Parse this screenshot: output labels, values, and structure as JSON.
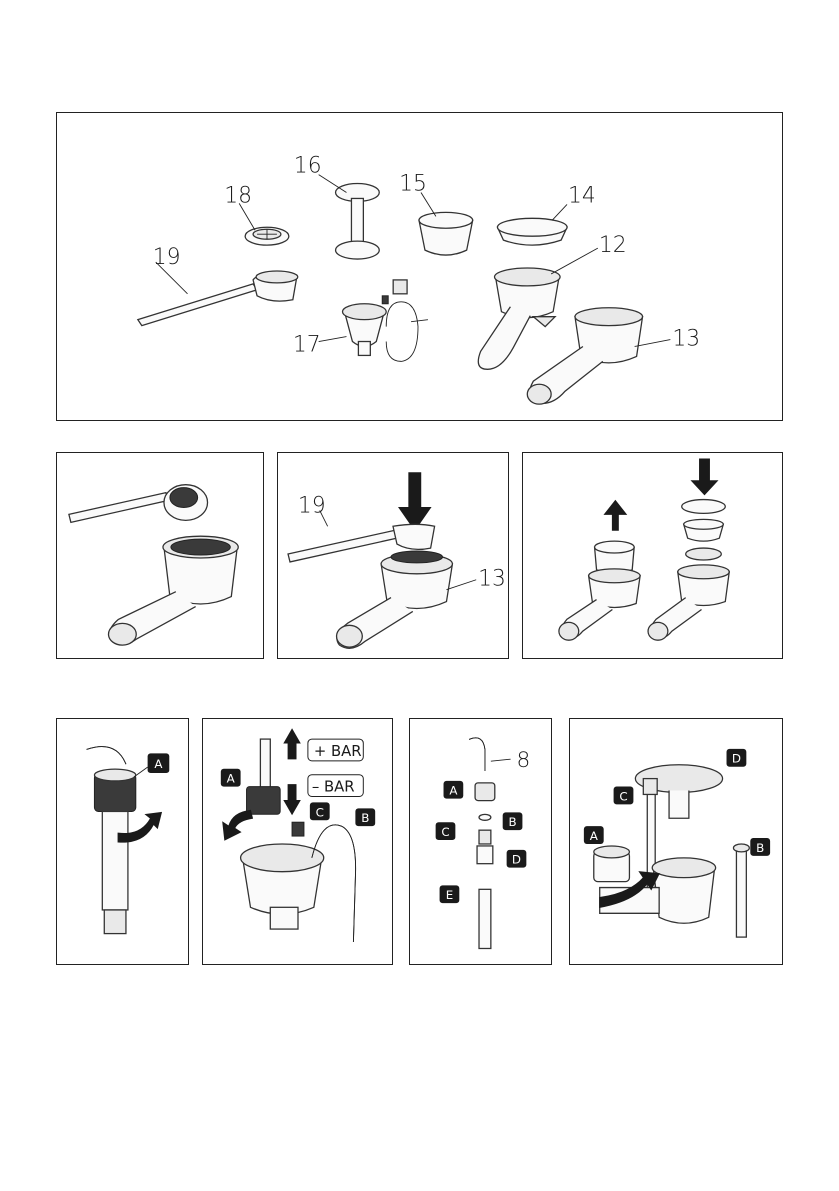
{
  "parts_panel": {
    "labels": {
      "p12": "12",
      "p13": "13",
      "p14": "14",
      "p15": "15",
      "p16": "16",
      "p17": "17",
      "p18": "18",
      "p19": "19"
    }
  },
  "step2_panel": {
    "labels": {
      "p19": "19",
      "p13": "13"
    }
  },
  "pressure_panel": {
    "bar_plus": "+ BAR",
    "bar_minus": "– BAR",
    "badges": {
      "a": "A",
      "b": "B",
      "c": "C"
    }
  },
  "knob_panel": {
    "badges": {
      "a": "A"
    }
  },
  "exploded_panel": {
    "label8": "8",
    "badges": {
      "a": "A",
      "b": "B",
      "c": "C",
      "d": "D",
      "e": "E"
    }
  },
  "assembly_panel": {
    "badges": {
      "a": "A",
      "b": "B",
      "c": "C",
      "d": "D"
    }
  }
}
